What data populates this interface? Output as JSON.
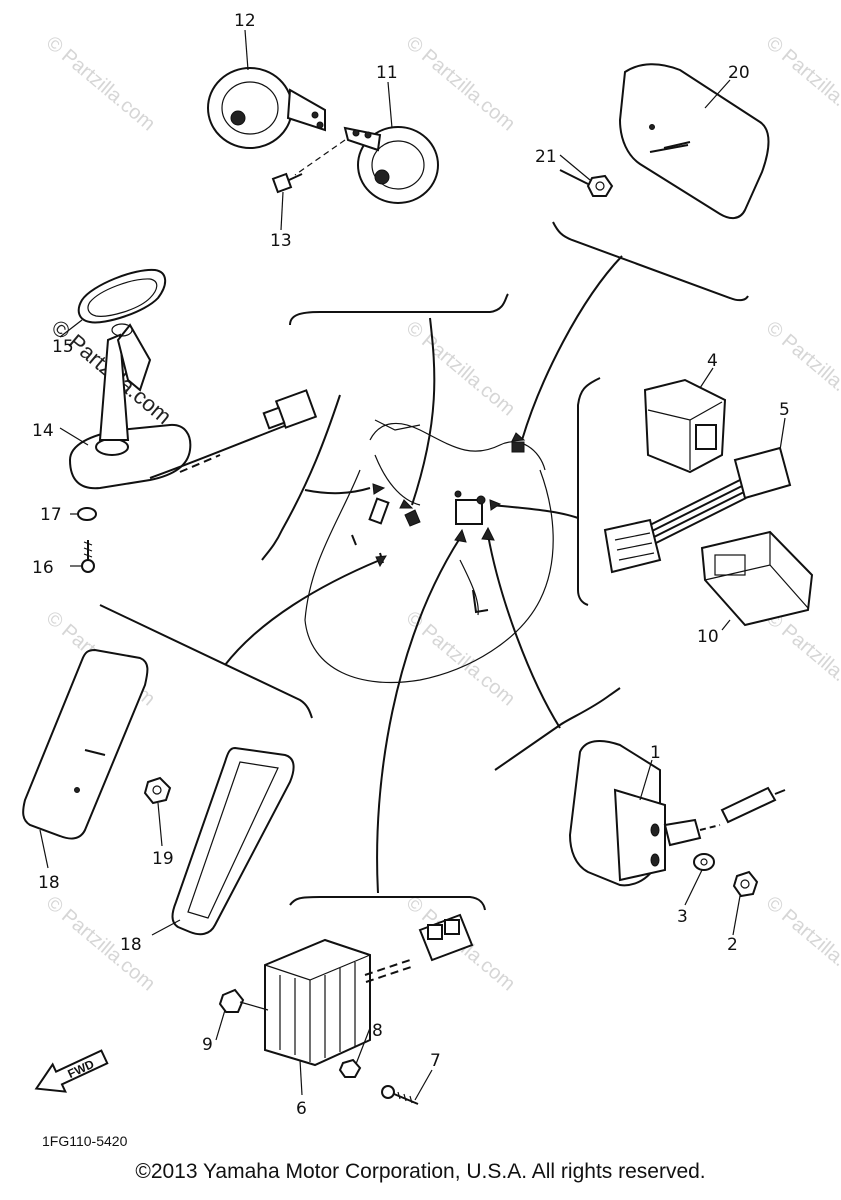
{
  "watermark": "© Partzilla.com",
  "diagram_code": "1FG110-5420",
  "fwd_label": "FWD",
  "copyright": "©2013 Yamaha Motor Corporation, U.S.A. All rights reserved.",
  "callouts": {
    "c1": "1",
    "c2": "2",
    "c3": "3",
    "c4": "4",
    "c5": "5",
    "c6": "6",
    "c7": "7",
    "c8": "8",
    "c9": "9",
    "c10": "10",
    "c11": "11",
    "c12": "12",
    "c13": "13",
    "c14": "14",
    "c15": "15",
    "c16": "16",
    "c17": "17",
    "c18a": "18",
    "c18b": "18",
    "c19": "19",
    "c20": "20",
    "c21": "21"
  }
}
